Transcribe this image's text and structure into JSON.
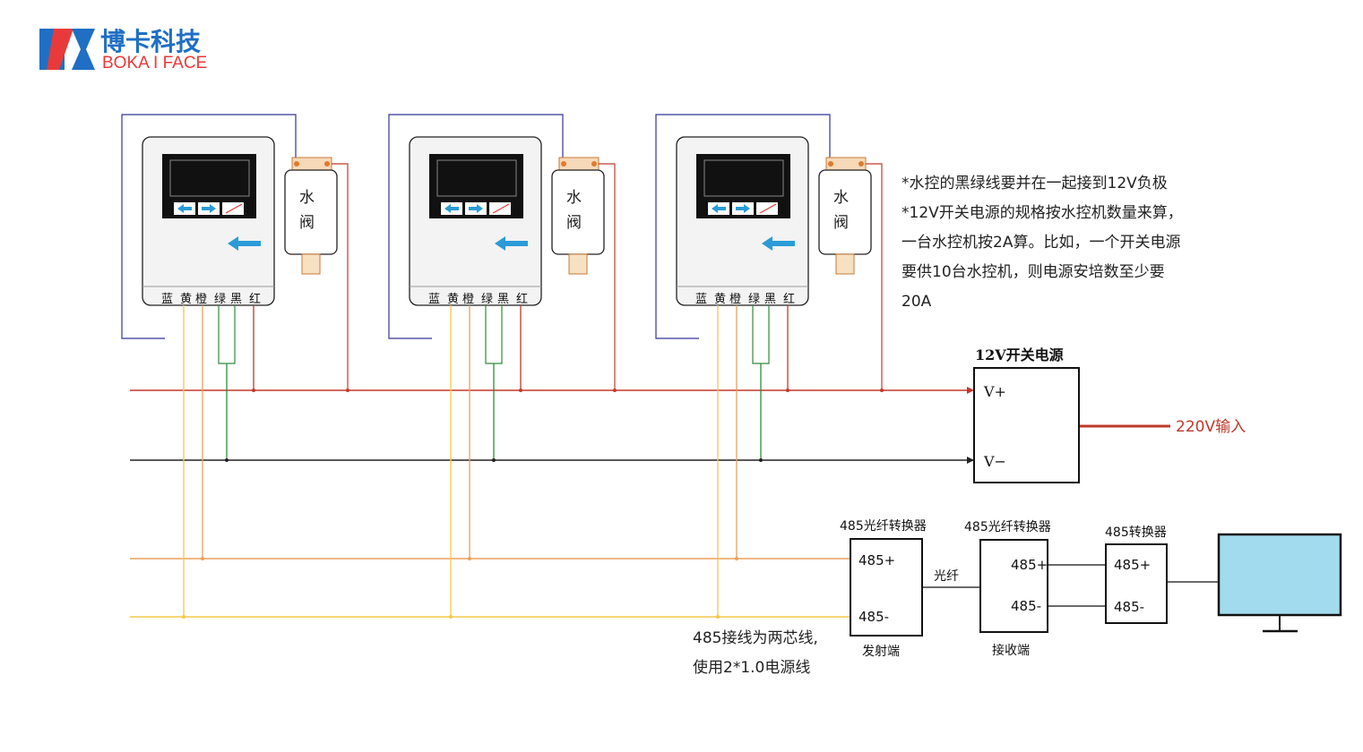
{
  "brand": {
    "name": "博卡科技",
    "sub": "BOKA I FACE",
    "blue": "#1f6fc4",
    "red": "#e83a3a"
  },
  "controller": {
    "valve_label_1": "水",
    "valve_label_2": "阀",
    "wire_labels": [
      "蓝",
      "黄",
      "橙",
      "绿",
      "黑",
      "红"
    ]
  },
  "notes": [
    "*水控的黑绿线要并在一起接到12V负极",
    "*12V开关电源的规格按水控机数量来算，",
    "一台水控机按2A算。比如，一个开关电源",
    "要供10台水控机，则电源安培数至少要",
    "20A"
  ],
  "power_supply": {
    "title": "12V开关电源",
    "vplus": "V+",
    "vminus": "V−",
    "input": "220V输入"
  },
  "converter_tx": {
    "title": "485光纤转换器",
    "p": "485+",
    "n": "485-",
    "caption": "发射端"
  },
  "converter_rx": {
    "title": "485光纤转换器",
    "p": "485+",
    "n": "485-",
    "caption": "接收端"
  },
  "converter_usb": {
    "title": "485转换器",
    "p": "485+",
    "n": "485-"
  },
  "fiber_label": "光纤",
  "wire_note": [
    "485接线为两芯线,",
    "使用2*1.0电源线"
  ],
  "colors": {
    "red_wire": "#c0392b",
    "black_wire": "#222222",
    "green_wire": "#2e8b3a",
    "orange_wire": "#e8a05c",
    "yellow_wire": "#f3c94a",
    "blue_wire": "#333399",
    "screen": "#a3dbee",
    "arrow": "#2a9bd8"
  }
}
